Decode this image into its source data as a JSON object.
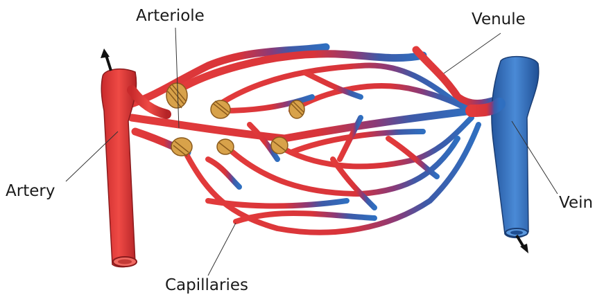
{
  "labels": {
    "arteriole": "Arteriole",
    "venule": "Venule",
    "artery": "Artery",
    "vein": "Vein",
    "capillaries": "Capillaries"
  },
  "colors": {
    "artery": "#e0393a",
    "artery_dark": "#a81e22",
    "vein": "#2f6fc0",
    "vein_dark": "#1d4d91",
    "venule_mix": "#6a3a82",
    "sphincter": "#d8a24a",
    "sphincter_dark": "#8a5a1c",
    "leader": "#333333"
  },
  "icons": {
    "flow_in": "arrow-up-icon",
    "flow_out": "arrow-down-icon"
  }
}
